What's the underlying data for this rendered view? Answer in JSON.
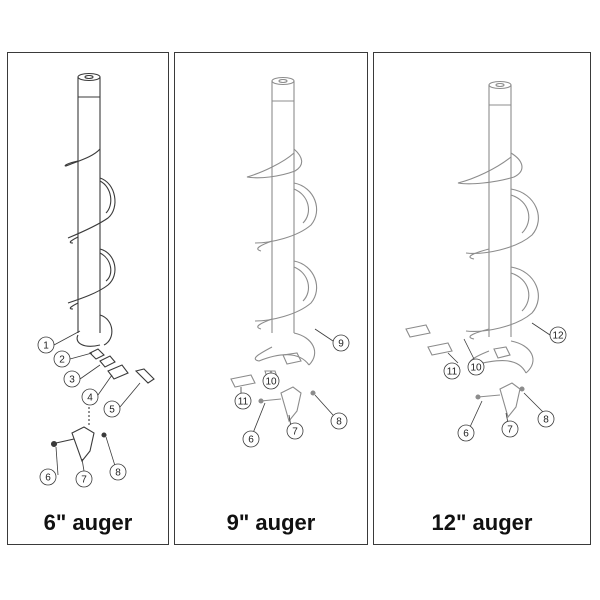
{
  "colors": {
    "primary_line": "#3a3a3a",
    "secondary_line": "#8c8c8c",
    "text": "#111111"
  },
  "panels": [
    {
      "caption": "6\" auger",
      "callouts": [
        "1",
        "2",
        "3",
        "4",
        "5",
        "6",
        "7",
        "8"
      ]
    },
    {
      "caption": "9\" auger",
      "callouts": [
        "9",
        "10",
        "11",
        "6",
        "7",
        "8"
      ]
    },
    {
      "caption": "12\" auger",
      "callouts": [
        "12",
        "11",
        "10",
        "6",
        "7",
        "8"
      ]
    }
  ]
}
